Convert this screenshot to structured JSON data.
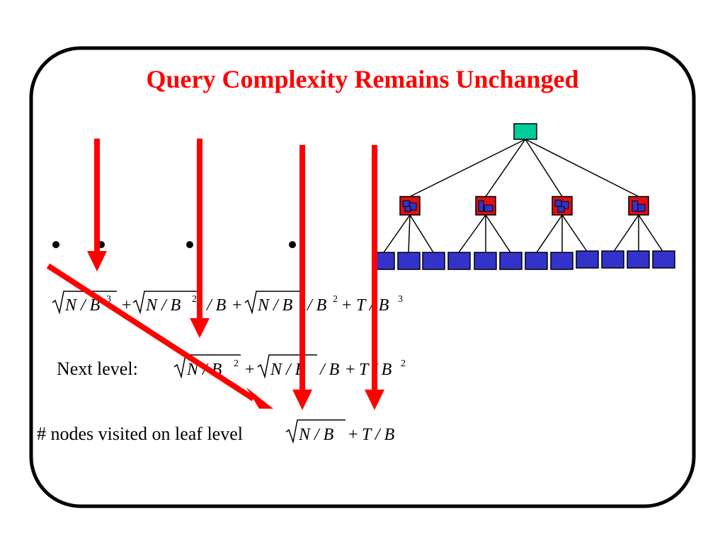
{
  "slide": {
    "title": "Query Complexity Remains Unchanged",
    "next_level_label": "Next level:",
    "leaf_label": "# nodes visited on leaf level"
  },
  "formulas": {
    "top_level": {
      "t1": "N / B",
      "t1_exp": "3",
      "plus1": "+",
      "t2": "N / B",
      "t2_exp": "2",
      "t2_tail": "/ B",
      "plus2": "+",
      "t3": "N / B",
      "t3_tail": "/ B",
      "t3_tail_exp": "2",
      "plus3": "+",
      "t4": "T / B",
      "t4_exp": "3"
    },
    "next_level": {
      "t1": "N / B",
      "t1_exp": "2",
      "plus1": "+",
      "t2": "N / B",
      "t2_tail": "/ B",
      "plus2": "+",
      "t3": "T / B",
      "t3_exp": "2"
    },
    "leaf_level": {
      "t1": "N / B",
      "plus1": "+",
      "t2": "T / B"
    }
  },
  "colors": {
    "title": "#ff0000",
    "arrow": "#ff0000",
    "root_node": "#00cc99",
    "mid_node": "#dd1111",
    "leaf_node": "#3333cc",
    "outline": "#000000"
  }
}
